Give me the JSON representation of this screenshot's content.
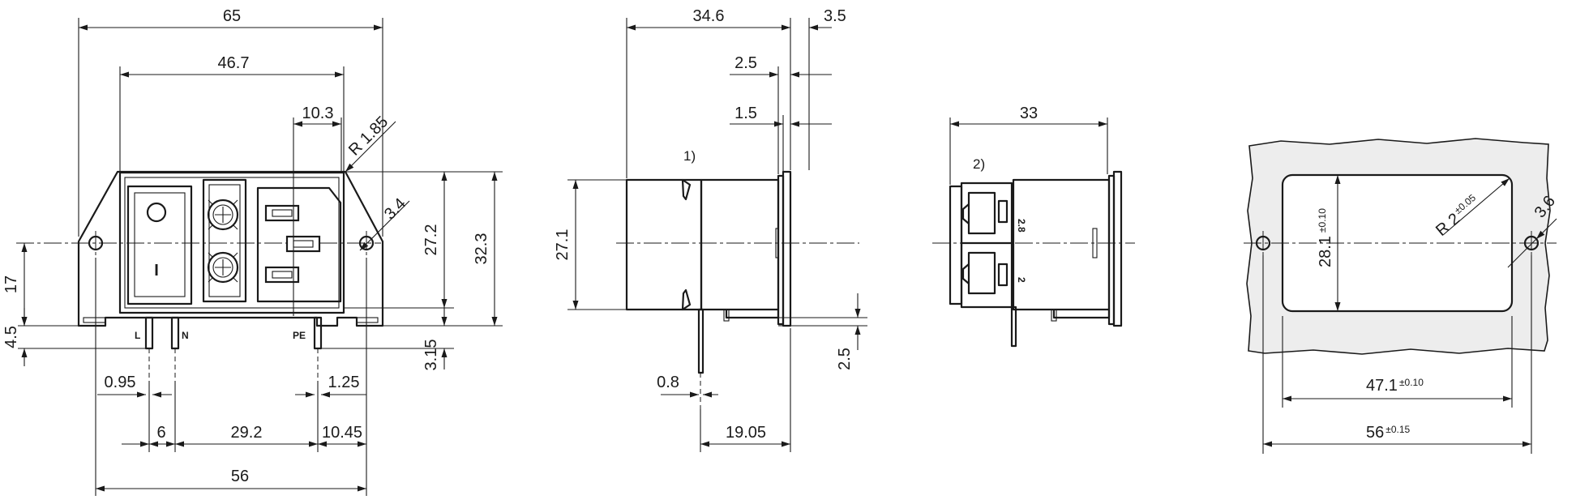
{
  "front_view": {
    "dims": {
      "width_overall": "65",
      "width_housing": "46.7",
      "outlet_offset": "10.3",
      "radius": "R 1.85",
      "hole": "3.4",
      "height_body": "27.2",
      "height_flange": "32.3",
      "axis_height": "17",
      "base_offset": "4.5",
      "pin_drop": "3.15",
      "pin_width_left": "0.95",
      "pin_width_right": "1.25",
      "pin_pitch_ln": "6",
      "pin_pitch_npe": "29.2",
      "pe_to_hole": "10.45",
      "hole_spacing": "56"
    },
    "pins": {
      "l": "L",
      "n": "N",
      "pe": "PE"
    },
    "switch_symbol": "I"
  },
  "side_view_1": {
    "dims": {
      "depth": "34.6",
      "flange_total": "3.5",
      "flange_a": "2.5",
      "flange_b": "1.5",
      "body_height": "27.1",
      "pin_thickness": "0.8",
      "pin_depth": "19.05",
      "pin_length": "2.5"
    },
    "variant": "1)"
  },
  "side_view_2": {
    "dims": {
      "depth": "33"
    },
    "variant": "2)",
    "terminal_labels": {
      "upper": "2.8",
      "lower": "2"
    }
  },
  "panel_cutout": {
    "dims": {
      "height_value": "28.1",
      "height_tol": "±0.10",
      "width_value": "47.1",
      "width_tol": "±0.10",
      "hole_spacing_value": "56",
      "hole_spacing_tol": "±0.15",
      "corner_radius_value": "R 2",
      "corner_radius_tol": "±0.05",
      "hole": "3.6"
    }
  }
}
